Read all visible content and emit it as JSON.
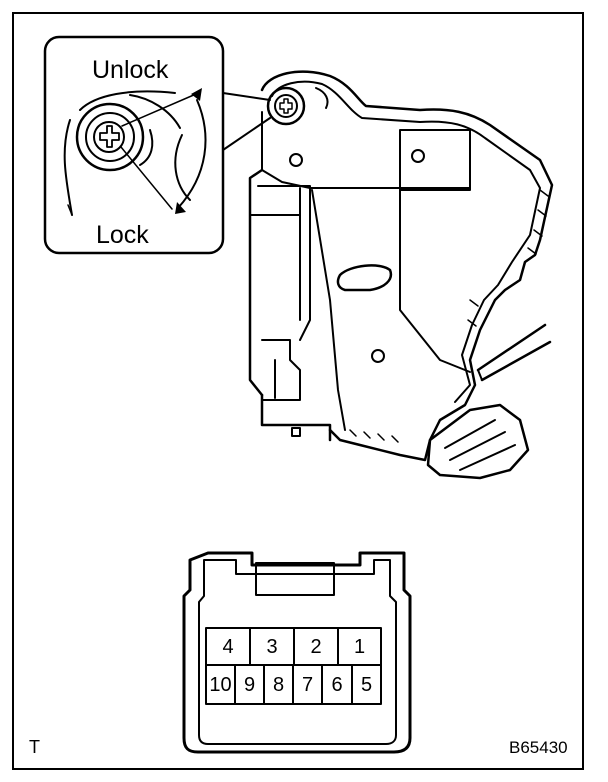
{
  "inset": {
    "unlock_label": "Unlock",
    "lock_label": "Lock"
  },
  "connector": {
    "top_row": [
      "4",
      "3",
      "2",
      "1"
    ],
    "bottom_row": [
      "10",
      "9",
      "8",
      "7",
      "6",
      "5"
    ]
  },
  "footer": {
    "corner_mark": "T",
    "figure_code": "B65430"
  },
  "icons": [
    "door-lock-motor-icon",
    "lock-switch-rotor-icon",
    "connector-icon"
  ],
  "colors": {
    "line": "#000000",
    "background": "#ffffff"
  }
}
